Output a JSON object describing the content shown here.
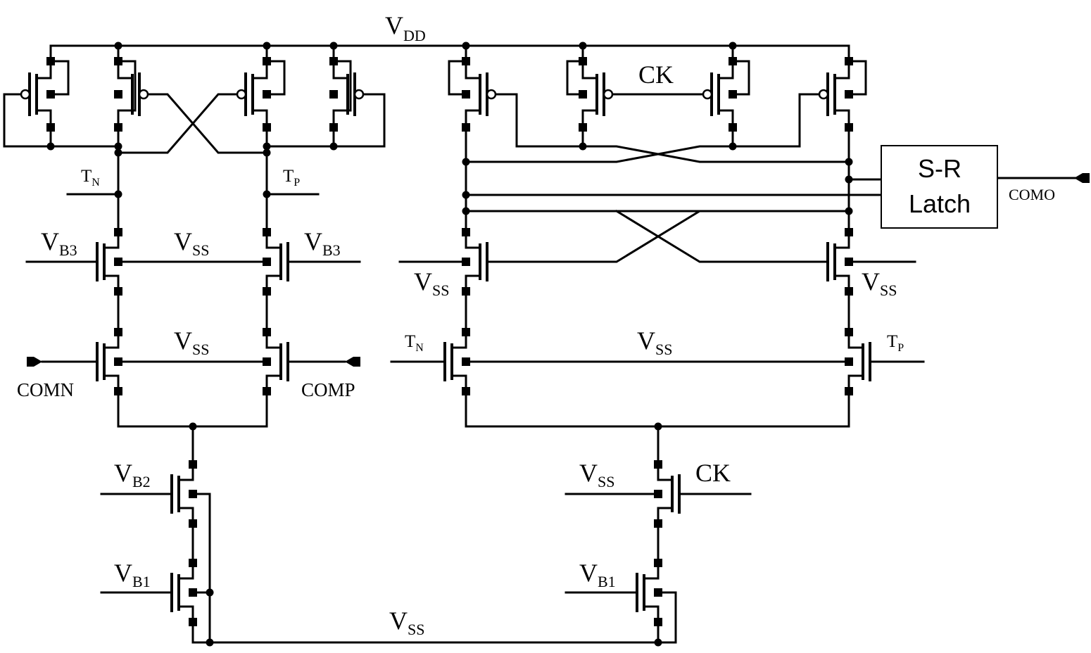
{
  "labels": {
    "vdd": {
      "main": "V",
      "sub": "DD"
    },
    "vss": {
      "main": "V",
      "sub": "SS"
    },
    "vb1": {
      "main": "V",
      "sub": "B1"
    },
    "vb2": {
      "main": "V",
      "sub": "B2"
    },
    "vb3": {
      "main": "V",
      "sub": "B3"
    },
    "tn": {
      "main": "T",
      "sub": "N"
    },
    "tp": {
      "main": "T",
      "sub": "P"
    },
    "ck": "CK",
    "comn": "COMN",
    "comp": "COMP",
    "como": "COMO",
    "latch_line1": "S-R",
    "latch_line2": "Latch"
  }
}
